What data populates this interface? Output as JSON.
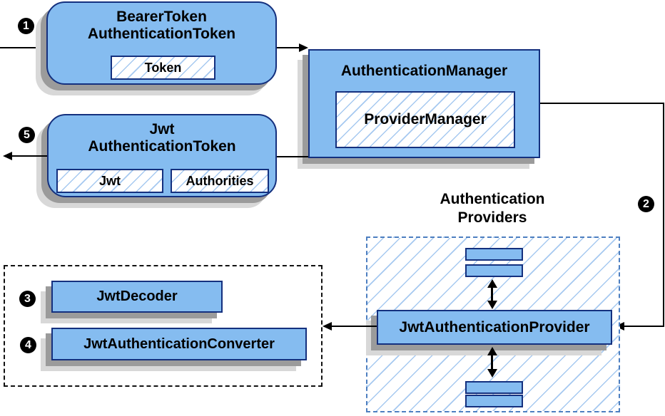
{
  "badges": {
    "step1": "1",
    "step2": "2",
    "step3": "3",
    "step4": "4",
    "step5": "5"
  },
  "nodes": {
    "bearerToken": {
      "titleLine1": "BearerToken",
      "titleLine2": "AuthenticationToken",
      "field": "Token"
    },
    "authManager": {
      "title": "AuthenticationManager",
      "inner": "ProviderManager"
    },
    "jwtToken": {
      "titleLine1": "Jwt",
      "titleLine2": "AuthenticationToken",
      "fieldJwt": "Jwt",
      "fieldAuthorities": "Authorities"
    },
    "providersGroup": {
      "labelLine1": "Authentication",
      "labelLine2": "Providers"
    },
    "jwtProvider": {
      "title": "JwtAuthenticationProvider"
    },
    "jwtDecoder": {
      "title": "JwtDecoder"
    },
    "jwtConverter": {
      "title": "JwtAuthenticationConverter"
    }
  },
  "colors": {
    "node-fill": "#85bcf0",
    "node-border": "#14307e",
    "hatch-line": "#a6c9f0",
    "container-dash": "#4d7fc0",
    "shadow-dark": "#9b9b9b",
    "shadow-light": "#d8d8d8",
    "connector": "#000000",
    "badge-bg": "#000000",
    "badge-text": "#ffffff",
    "box-dash": "#111111"
  }
}
